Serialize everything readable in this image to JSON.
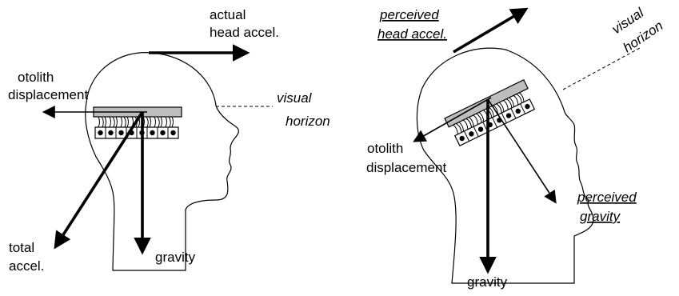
{
  "left_panel": {
    "labels": {
      "actual_head_accel_1": "actual",
      "actual_head_accel_2": "head accel.",
      "otolith_displacement_1": "otolith",
      "otolith_displacement_2": "displacement",
      "visual_horizon_1": "visual",
      "visual_horizon_2": "horizon",
      "total_accel_1": "total",
      "total_accel_2": "accel.",
      "gravity": "gravity"
    }
  },
  "right_panel": {
    "labels": {
      "perceived_head_accel_1": "perceived",
      "perceived_head_accel_2": "head accel.",
      "visual_horizon_1": "visual",
      "visual_horizon_2": "horizon",
      "otolith_displacement_1": "otolith",
      "otolith_displacement_2": "displacement",
      "perceived_gravity_1": "perceived",
      "perceived_gravity_2": "gravity",
      "gravity": "gravity"
    }
  }
}
